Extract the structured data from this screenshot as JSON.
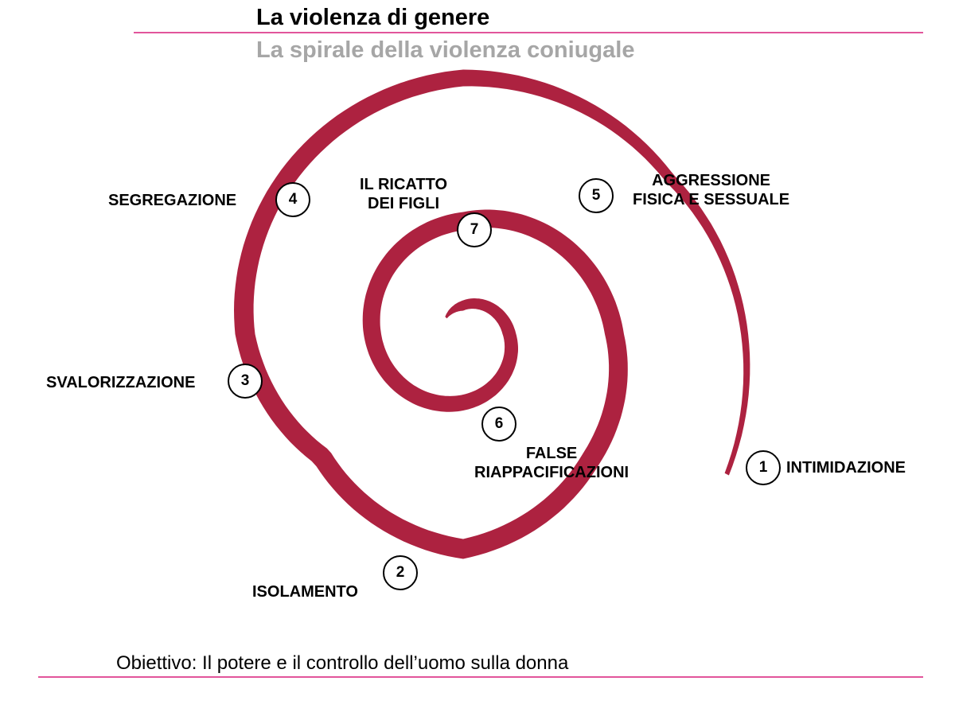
{
  "header": {
    "title": "La violenza di genere",
    "subtitle": "La spirale della violenza coniugale"
  },
  "footer": {
    "text": "Obiettivo: Il potere e il controllo dell’uomo sulla donna"
  },
  "colors": {
    "spiral": "#ad2240",
    "accent_line": "#e2559b",
    "subtitle": "#a6a6a6"
  },
  "stages": [
    {
      "number": "1",
      "label": "INTIMIDAZIONE"
    },
    {
      "number": "2",
      "label": "ISOLAMENTO"
    },
    {
      "number": "3",
      "label": "SVALORIZZAZIONE"
    },
    {
      "number": "4",
      "label": "SEGREGAZIONE"
    },
    {
      "number": "5",
      "label_lines": [
        "AGGRESSIONE",
        "FISICA E SESSUALE"
      ]
    },
    {
      "number": "6",
      "label_lines": [
        "FALSE",
        "RIAPPACIFICAZIONI"
      ]
    },
    {
      "number": "7",
      "label_lines": [
        "IL RICATTO",
        "DEI FIGLI"
      ]
    }
  ]
}
